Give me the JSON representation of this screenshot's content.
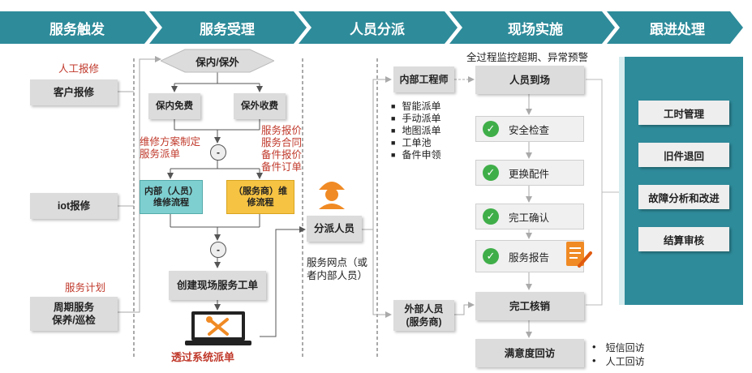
{
  "stages": [
    "服务触发",
    "服务受理",
    "人员分派",
    "现场实施",
    "跟进处理"
  ],
  "trigger": {
    "manual_label": "人工报修",
    "customer_box": "客户报修",
    "iot_box": "iot报修",
    "plan_label": "服务计划",
    "periodic_line1": "周期服务",
    "periodic_line2": "保养/巡检"
  },
  "accept": {
    "decision": "保内/保外",
    "free": "保内免费",
    "paid": "保外收费",
    "left_note": [
      "维修方案制定",
      "服务派单"
    ],
    "right_note": [
      "服务报价",
      "服务合同",
      "备件报价",
      "备件订单"
    ],
    "merge_symbol": "-",
    "internal_line1": "内部（人员）",
    "internal_line2": "维修流程",
    "vendor_line1": "（服务商）维",
    "vendor_line2": "修流程",
    "create_order": "创建现场服务工单",
    "system_dispatch": "透过系统派单"
  },
  "dispatch": {
    "dispatcher": "分派人员",
    "dispatcher_note": [
      "服务网点（或",
      "者内部人员）"
    ],
    "internal_engineer": "内部工程师",
    "methods": [
      "智能派单",
      "手动派单",
      "地图派单",
      "工单池",
      "备件申领"
    ],
    "external_line1": "外部人员",
    "external_line2": "(服务商)"
  },
  "onsite": {
    "monitor_note": "全过程监控超期、异常预警",
    "arrive": "人员到场",
    "steps": [
      "安全检查",
      "更换配件",
      "完工确认",
      "服务报告"
    ],
    "complete": "完工核销",
    "satisfaction": "满意度回访",
    "visit_methods": [
      "短信回访",
      "人工回访"
    ]
  },
  "followup": {
    "items": [
      "工时管理",
      "旧件退回",
      "故障分析和改进",
      "结算审核"
    ]
  },
  "colors": {
    "teal": "#2e8b9a",
    "red": "#c0392b",
    "internal_box": "#7ecfd0",
    "vendor_box": "#f6c343",
    "check_green": "#3fae49",
    "worker_orange": "#f08a24"
  },
  "icons": [
    "worker-icon",
    "laptop-tools-icon",
    "report-icon",
    "check-icon"
  ]
}
